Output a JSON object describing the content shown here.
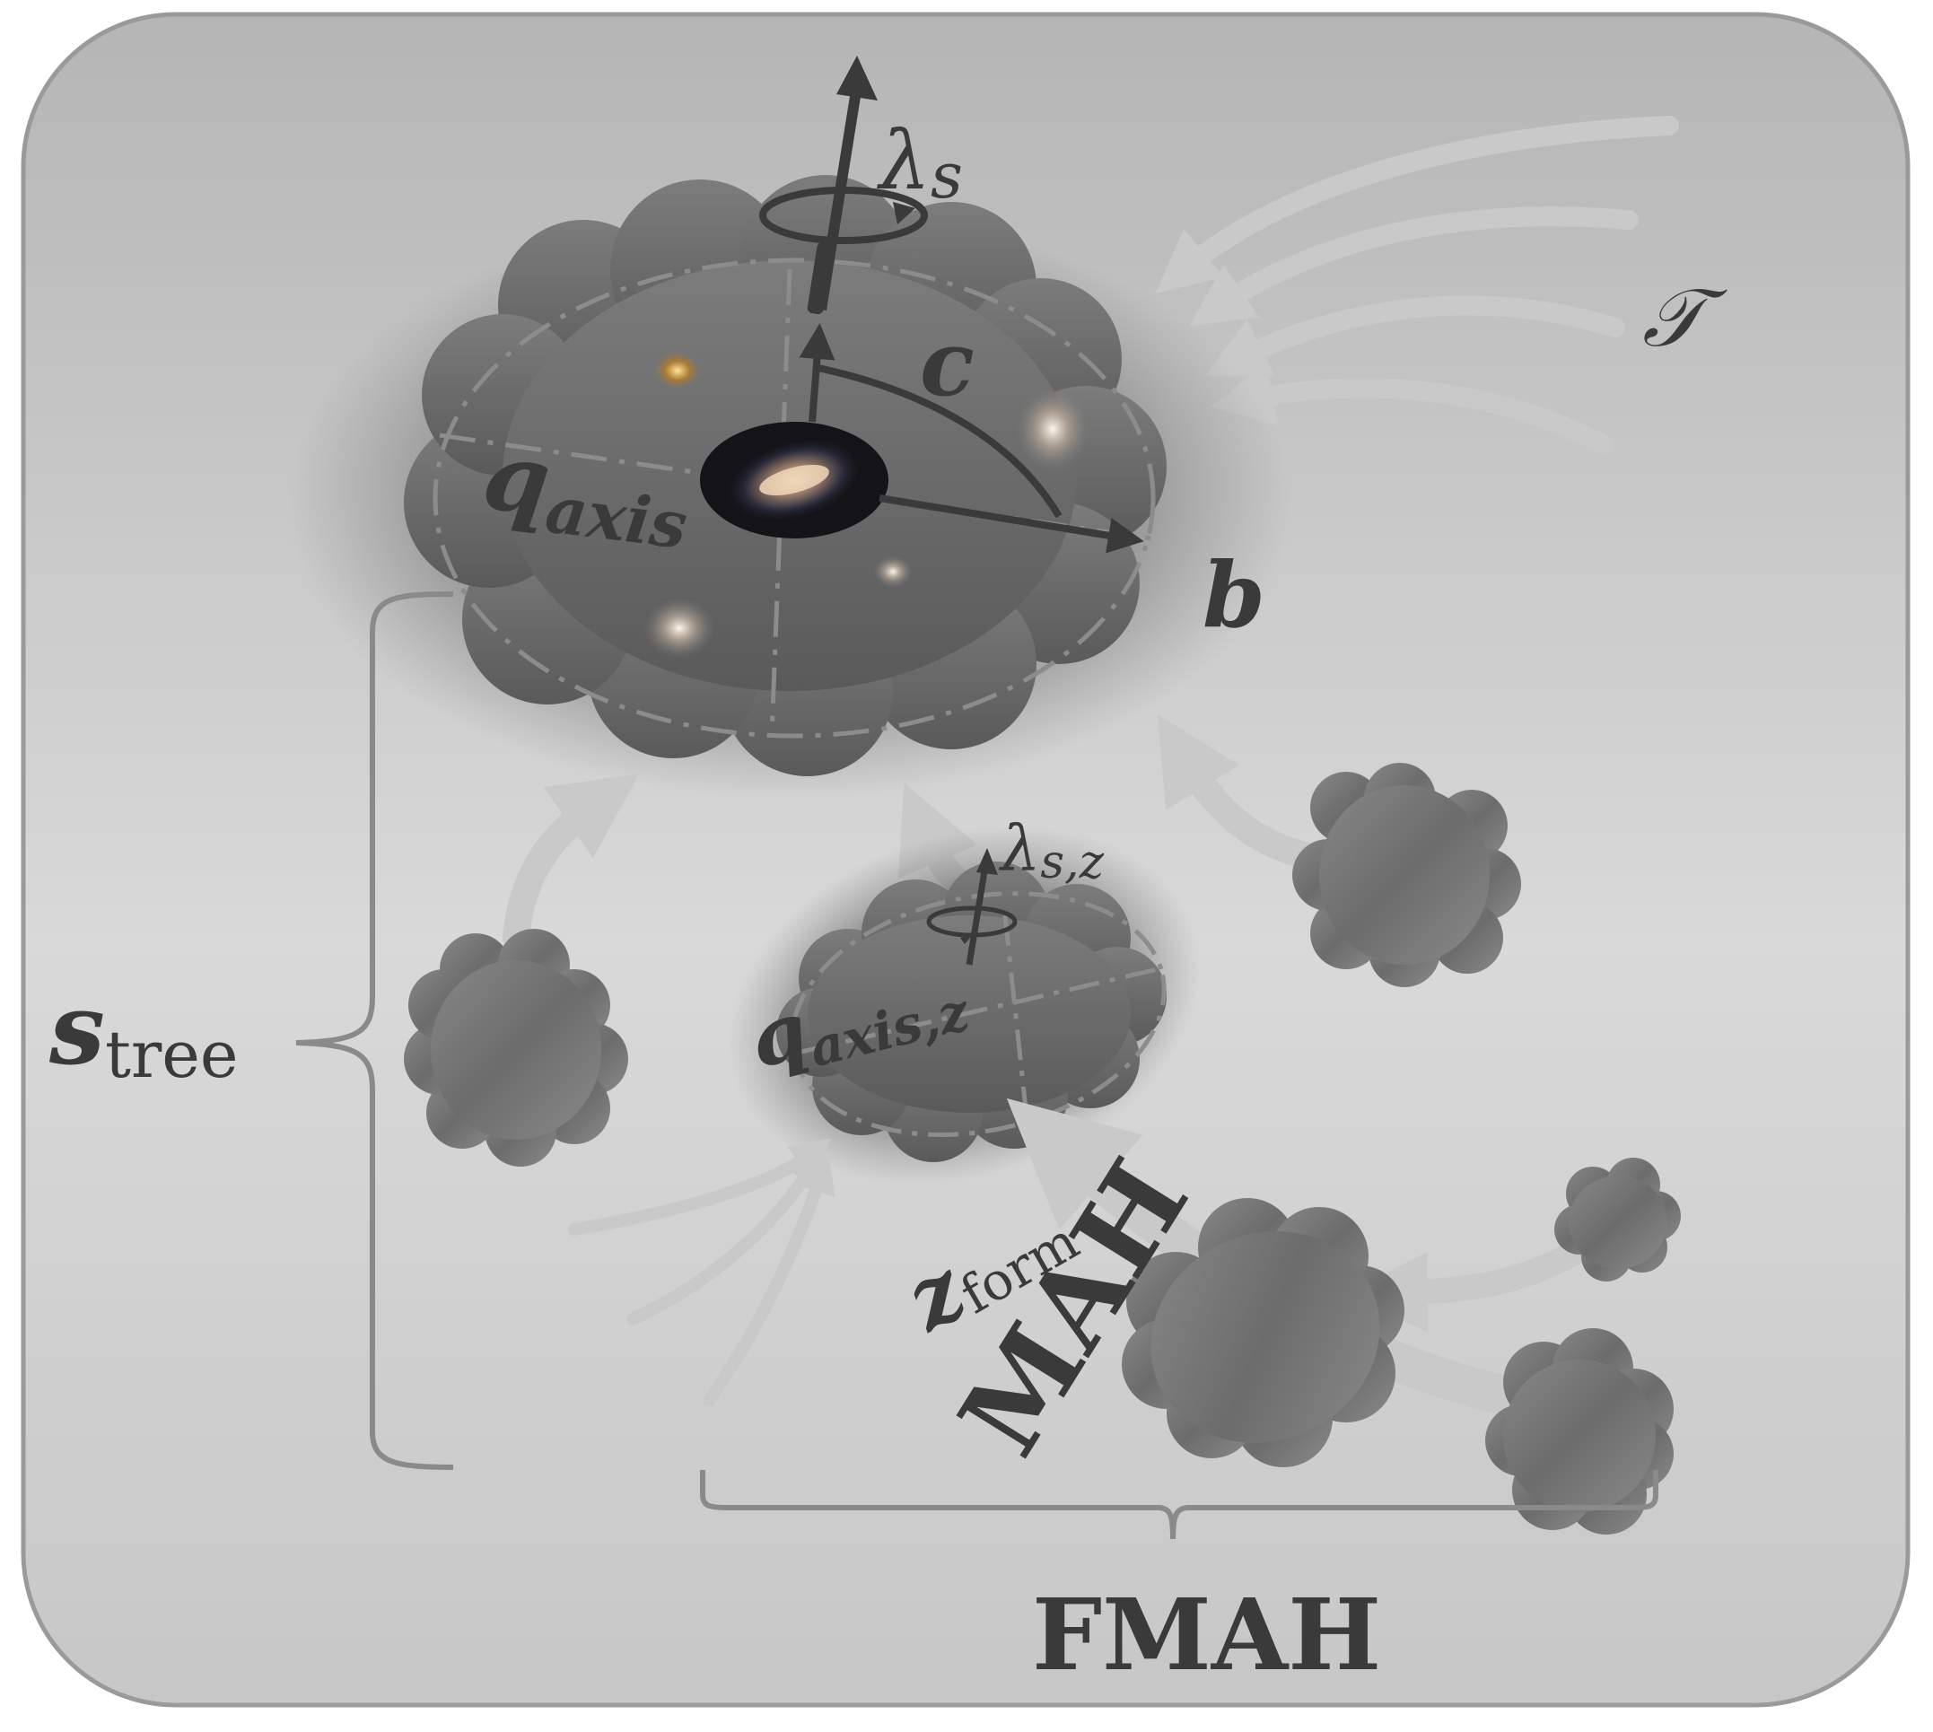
{
  "labels": {
    "lambda_s": {
      "main": "λ",
      "sub": "s"
    },
    "tidal": "𝒯",
    "c": "c",
    "b": "b",
    "q_axis": {
      "main": "q",
      "sub": "axis"
    },
    "s_tree": {
      "main": "s",
      "sub": "tree"
    },
    "lambda_sz": {
      "main": "λ",
      "sub": "s,z"
    },
    "q_axis_z": {
      "main": "q",
      "sub": "axis,z"
    },
    "z_form": {
      "main": "z",
      "sub": "form"
    },
    "mah": "MAH",
    "fmah": "FMAH"
  },
  "colors": {
    "panel_top": "#b7b7b7",
    "panel_bottom": "#d4d4d4",
    "panel_border": "#9a9a9a",
    "arrow_light": "#c9c9c9",
    "ink": "#3a3a3a",
    "halo_dark": "#5a5a5a"
  }
}
